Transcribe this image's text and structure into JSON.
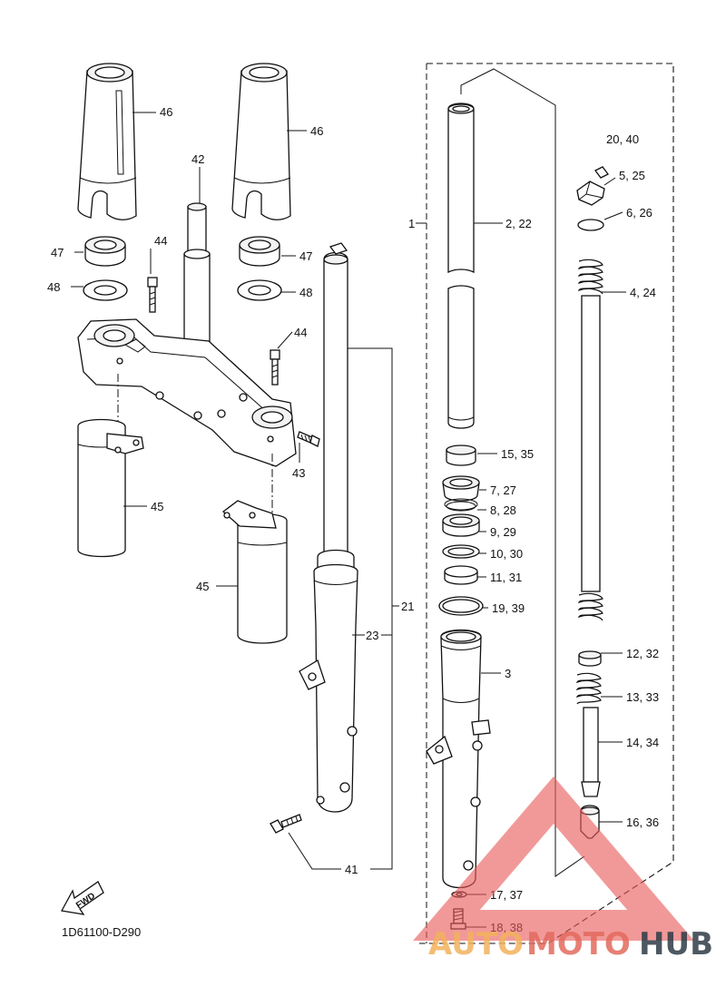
{
  "diagram": {
    "drawing_code": "1D61100-D290",
    "fwd_label": "FWD",
    "callouts": [
      {
        "id": "c46a",
        "text": "46"
      },
      {
        "id": "c46b",
        "text": "46"
      },
      {
        "id": "c42",
        "text": "42"
      },
      {
        "id": "c44a",
        "text": "44"
      },
      {
        "id": "c44b",
        "text": "44"
      },
      {
        "id": "c47a",
        "text": "47"
      },
      {
        "id": "c47b",
        "text": "47"
      },
      {
        "id": "c48a",
        "text": "48"
      },
      {
        "id": "c48b",
        "text": "48"
      },
      {
        "id": "c43",
        "text": "43"
      },
      {
        "id": "c45a",
        "text": "45"
      },
      {
        "id": "c45b",
        "text": "45"
      },
      {
        "id": "c21",
        "text": "21"
      },
      {
        "id": "c23",
        "text": "23"
      },
      {
        "id": "c41",
        "text": "41"
      },
      {
        "id": "c1",
        "text": "1"
      },
      {
        "id": "c2",
        "text": "2, 22"
      },
      {
        "id": "c3",
        "text": "3"
      },
      {
        "id": "c4",
        "text": "4, 24"
      },
      {
        "id": "c5",
        "text": "5, 25"
      },
      {
        "id": "c6",
        "text": "6, 26"
      },
      {
        "id": "c7",
        "text": "7, 27"
      },
      {
        "id": "c8",
        "text": "8, 28"
      },
      {
        "id": "c9",
        "text": "9, 29"
      },
      {
        "id": "c10",
        "text": "10, 30"
      },
      {
        "id": "c11",
        "text": "11, 31"
      },
      {
        "id": "c12",
        "text": "12, 32"
      },
      {
        "id": "c13",
        "text": "13, 33"
      },
      {
        "id": "c14",
        "text": "14, 34"
      },
      {
        "id": "c15",
        "text": "15, 35"
      },
      {
        "id": "c16",
        "text": "16, 36"
      },
      {
        "id": "c17",
        "text": "17, 37"
      },
      {
        "id": "c18",
        "text": "18, 38"
      },
      {
        "id": "c19",
        "text": "19, 39"
      },
      {
        "id": "c20",
        "text": "20, 40"
      }
    ]
  },
  "watermark": {
    "part_a": "AUTO",
    "part_b": "MOTO",
    "part_c": "HUB",
    "colors": {
      "triangle": "#e85a5a",
      "auto": "#f3b25c",
      "moto": "#e36a5e",
      "hub": "#2f3b46"
    }
  }
}
